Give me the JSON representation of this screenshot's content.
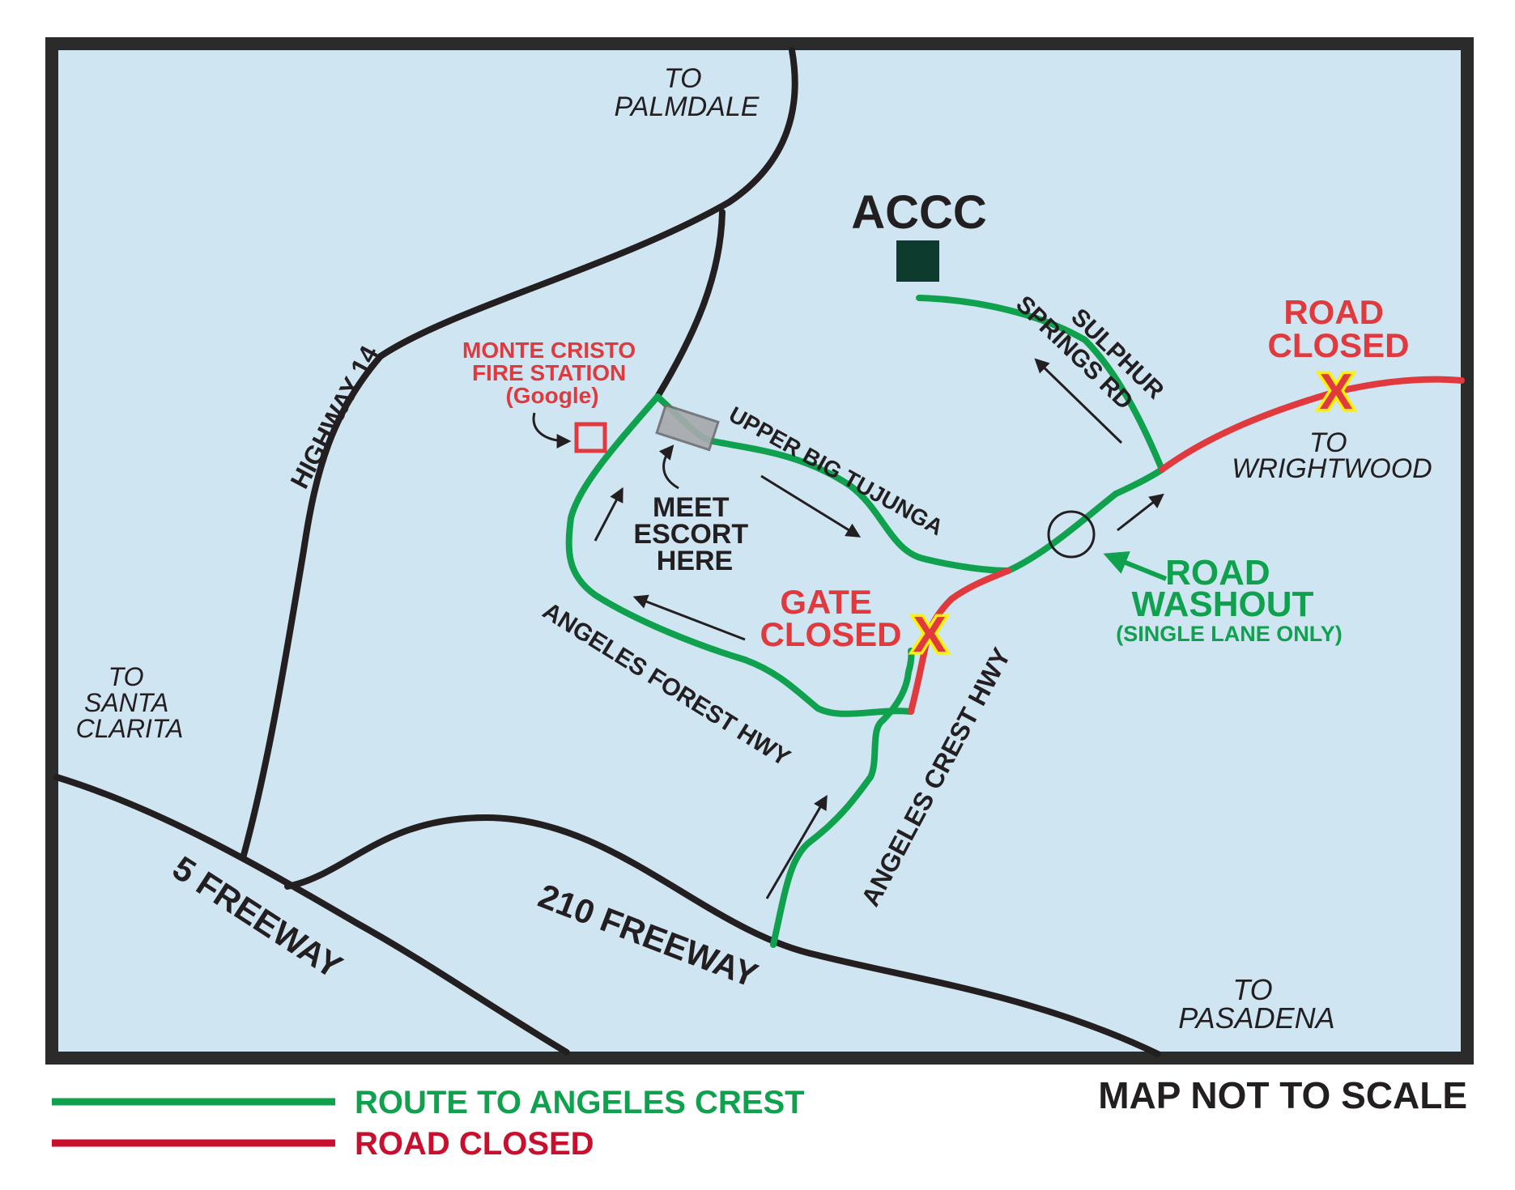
{
  "colors": {
    "water_bg": "#cfe5f2",
    "frame": "#2b2b2b",
    "road": "#231f20",
    "route_green": "#10a14e",
    "closed_red": "#e03a3e",
    "legend_red": "#c8102e",
    "accc_square": "#0d3b2e",
    "x_yellow": "#fff200"
  },
  "places": {
    "to_palmdale": [
      "TO",
      "PALMDALE"
    ],
    "to_santa_clarita": [
      "TO",
      "SANTA",
      "CLARITA"
    ],
    "to_wrightwood": [
      "TO",
      "WRIGHTWOOD"
    ],
    "to_pasadena": [
      "TO",
      "PASADENA"
    ],
    "accc": "ACCC",
    "fire_station": [
      "MONTE CRISTO",
      "FIRE STATION",
      "(Google)"
    ],
    "meet_escort": [
      "MEET",
      "ESCORT",
      "HERE"
    ]
  },
  "roads": {
    "highway_14": "HIGHWAY 14",
    "freeway_5": "5 FREEWAY",
    "freeway_210": "210 FREEWAY",
    "upper_big_tujunga": "UPPER BIG TUJUNGA",
    "angeles_forest_hwy": "ANGELES FOREST HWY",
    "angeles_crest_hwy": "ANGELES CREST HWY",
    "sulphur_springs_rd": [
      "SULPHUR",
      "SPRINGS RD"
    ]
  },
  "markers": {
    "road_closed": [
      "ROAD",
      "CLOSED"
    ],
    "gate_closed": [
      "GATE",
      "CLOSED"
    ],
    "x_mark": "X",
    "road_washout": [
      "ROAD",
      "WASHOUT"
    ],
    "washout_note": "(SINGLE LANE ONLY)"
  },
  "legend": {
    "route_label": "ROUTE TO ANGELES CREST",
    "closed_label": "ROAD CLOSED",
    "scale_note": "MAP NOT TO SCALE"
  }
}
